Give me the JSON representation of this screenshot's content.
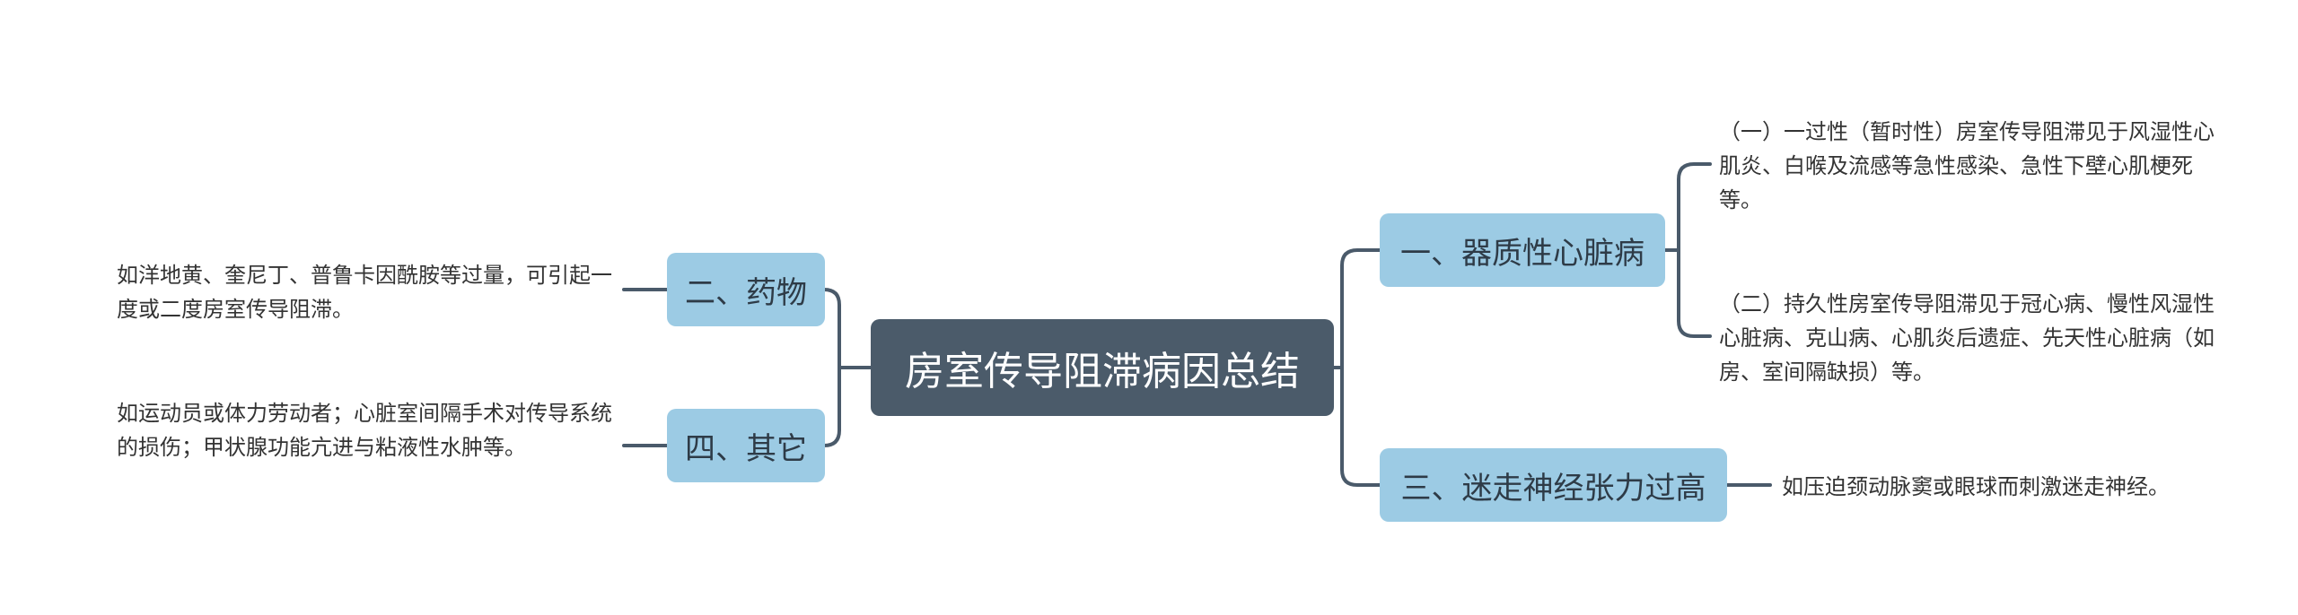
{
  "root": {
    "title": "房室传导阻滞病因总结"
  },
  "branches": {
    "b1": {
      "label": "一、器质性心脏病"
    },
    "b2": {
      "label": "二、药物"
    },
    "b3": {
      "label": "三、迷走神经张力过高"
    },
    "b4": {
      "label": "四、其它"
    }
  },
  "leaves": {
    "b1_a": "（一）一过性（暂时性）房室传导阻滞见于风湿性心肌炎、白喉及流感等急性感染、急性下壁心肌梗死等。",
    "b1_b": "（二）持久性房室传导阻滞见于冠心病、慢性风湿性心脏病、克山病、心肌炎后遗症、先天性心脏病（如房、室间隔缺损）等。",
    "b2_a": "如洋地黄、奎尼丁、普鲁卡因酰胺等过量，可引起一度或二度房室传导阻滞。",
    "b3_a": "如压迫颈动脉窦或眼球而刺激迷走神经。",
    "b4_a": "如运动员或体力劳动者；心脏室间隔手术对传导系统的损伤；甲状腺功能亢进与粘液性水肿等。"
  },
  "colors": {
    "root_bg": "#4b5b6a",
    "branch_bg": "#9ccbe4",
    "line": "#4a5a6a"
  }
}
